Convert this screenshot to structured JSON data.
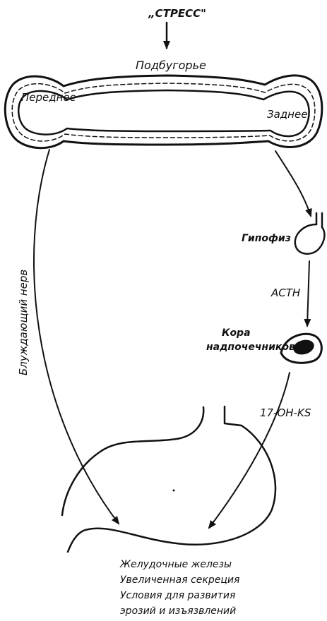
{
  "stress_label": "„СТРЕСС\"",
  "hypothalamus": {
    "title": "Подбугорье",
    "anterior": "Переднее",
    "posterior": "Заднее"
  },
  "vagus_label": "Блуждающий нерв",
  "pituitary_label": "Гипофиз",
  "acth_label": "ACTH",
  "adrenal_label": [
    "Кора",
    "надпочечников"
  ],
  "hormone_label": "17-OH-KS",
  "stomach_caption": [
    "Желудочные железы",
    "Увеличенная секреция",
    "Условия для развития",
    "эрозий и изъязвлений"
  ],
  "colors": {
    "ink": "#111111",
    "background": "#ffffff",
    "gland_fill": "#111111"
  }
}
